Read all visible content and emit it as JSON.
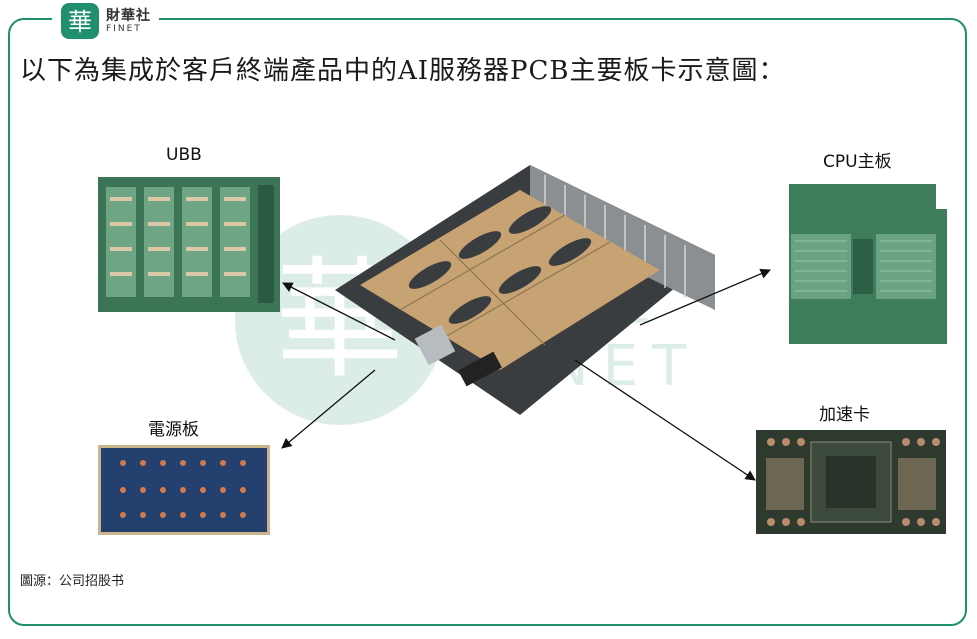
{
  "header": {
    "logo_cn": "財華社",
    "logo_en": "FINET"
  },
  "title": "以下為集成於客戶終端產品中的AI服務器PCB主要板卡示意圖：",
  "labels": {
    "ubb": "UBB",
    "cpu": "CPU主板",
    "power": "電源板",
    "accel": "加速卡"
  },
  "source": "圖源：公司招股书",
  "colors": {
    "brand": "#1f8f6e",
    "pcb_green": "#2f6f4e",
    "pcb_blue": "#1f3a6a"
  }
}
